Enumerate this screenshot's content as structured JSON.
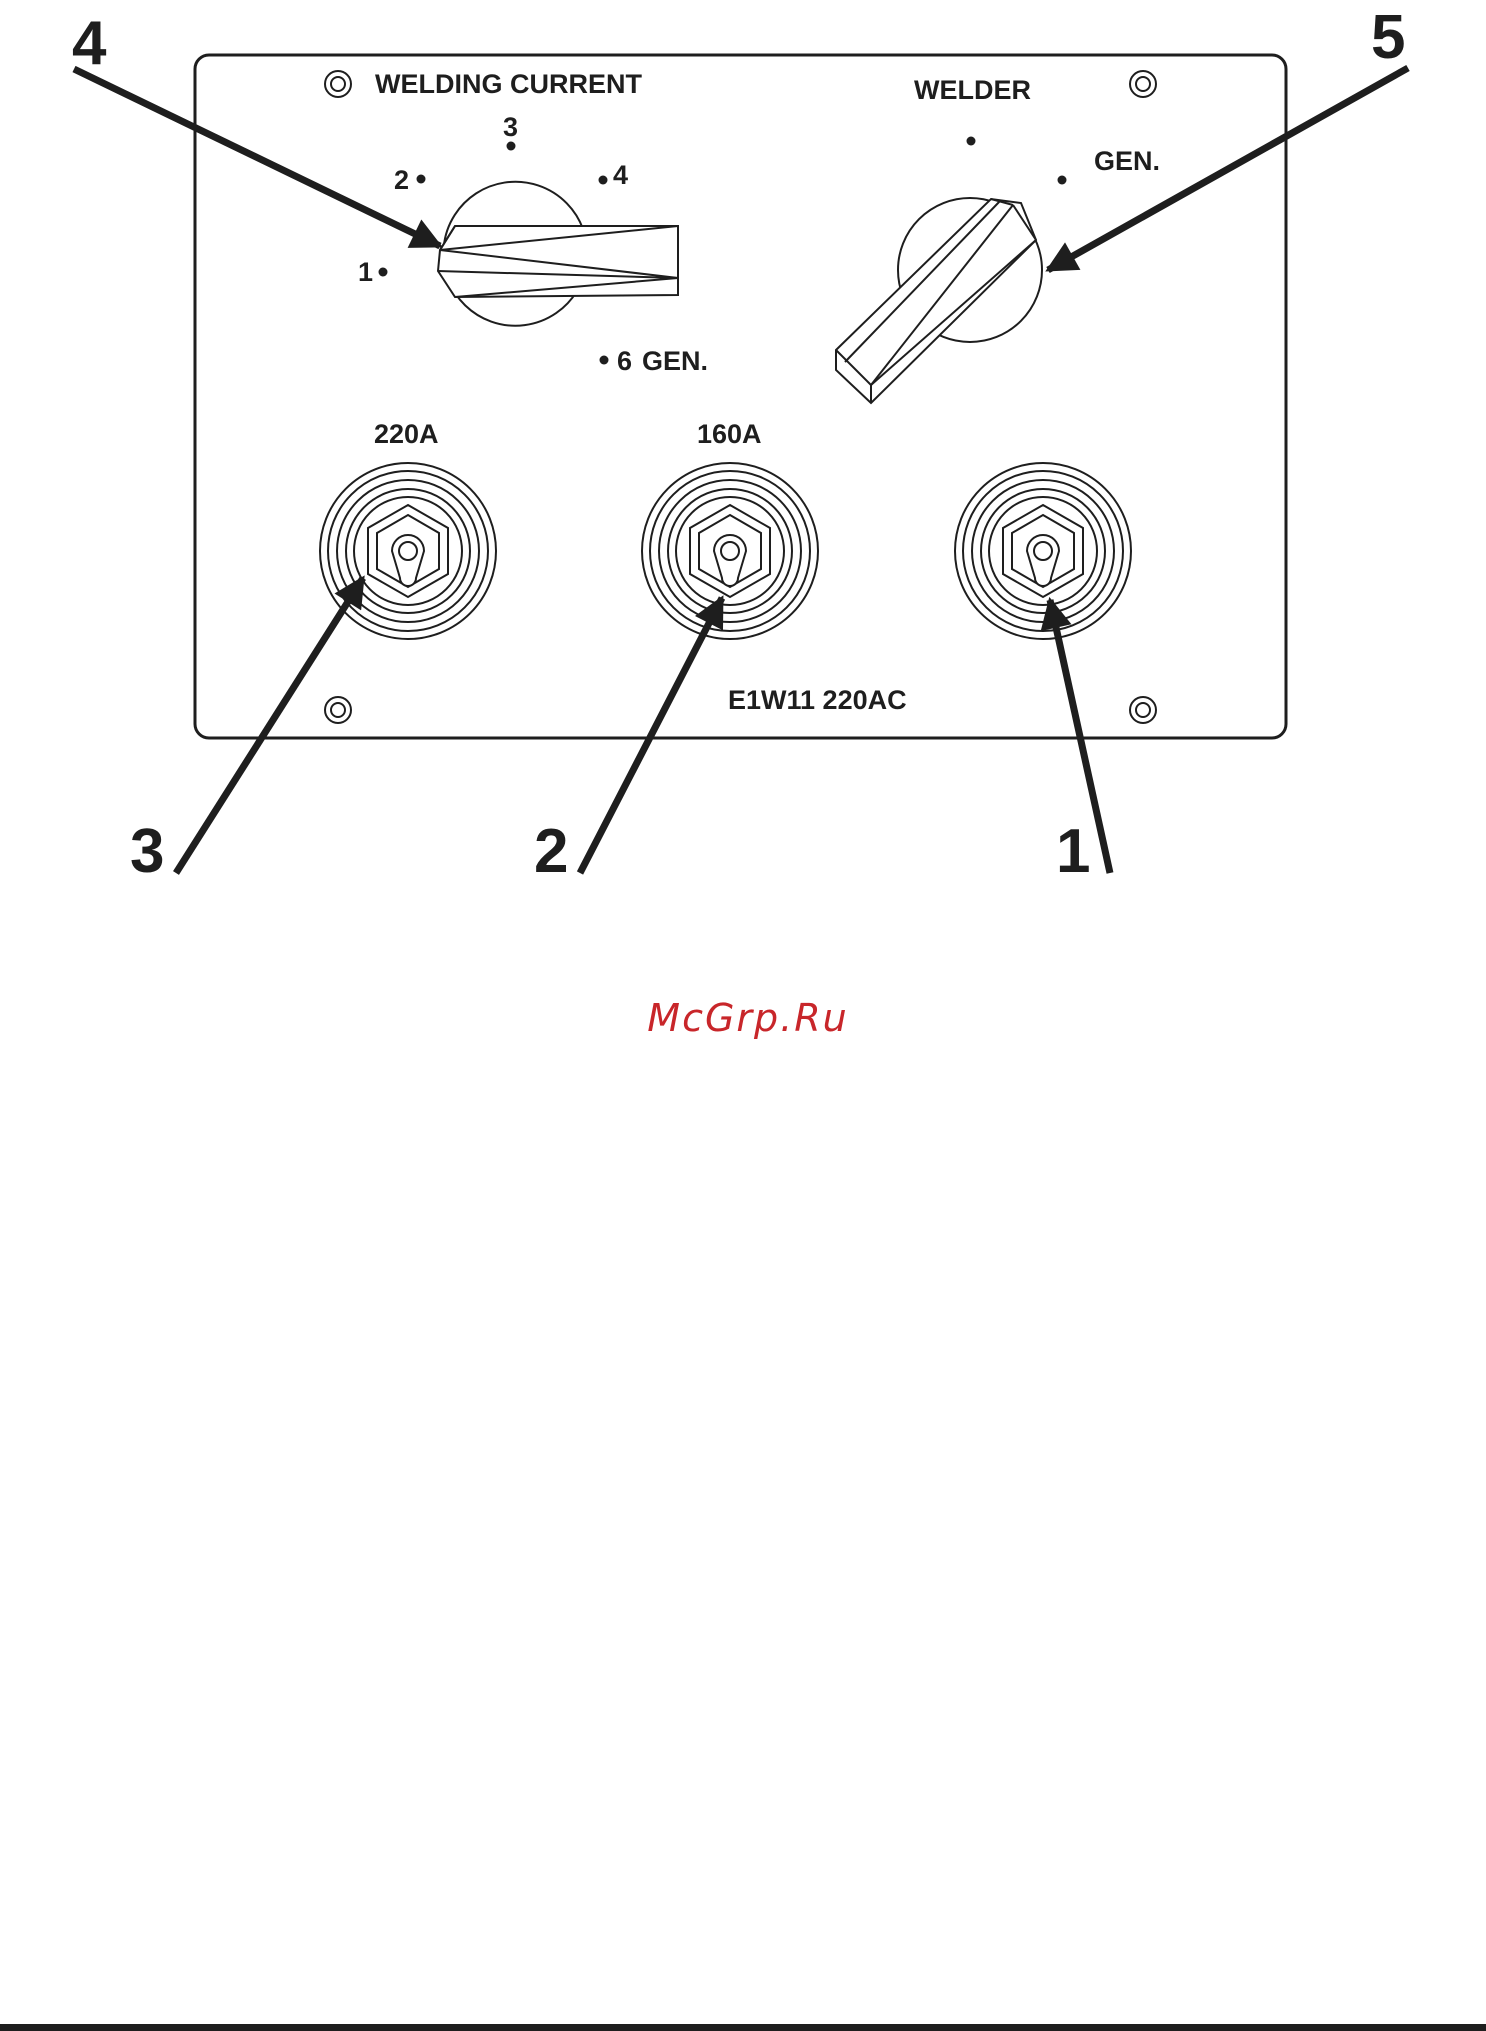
{
  "panel": {
    "welding_current_label": "WELDING CURRENT",
    "welder_label": "WELDER",
    "model_label": "E1W11 220AC",
    "current_dial": {
      "positions": [
        "1",
        "2",
        "3",
        "4",
        "6"
      ],
      "gen_label": "GEN."
    },
    "mode_switch": {
      "gen_label": "GEN."
    },
    "terminals": [
      {
        "label": "220A"
      },
      {
        "label": "160A"
      },
      {
        "label": ""
      }
    ]
  },
  "callouts": [
    "1",
    "2",
    "3",
    "4",
    "5"
  ],
  "watermark": "McGrp.Ru",
  "colors": {
    "ink": "#1e1e1e",
    "watermark": "#c8262a"
  }
}
